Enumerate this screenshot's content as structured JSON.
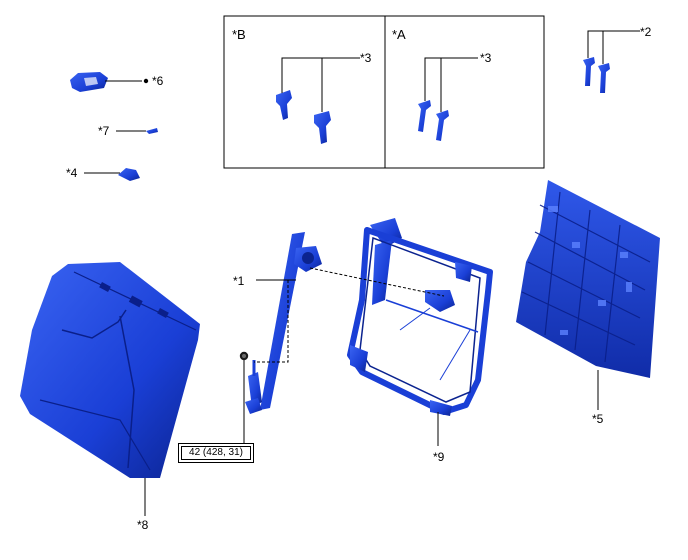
{
  "callouts": {
    "c1": "*1",
    "c2": "*2",
    "c3a": "*3",
    "c3b": "*3",
    "c4": "*4",
    "c5": "*5",
    "c6": "*6",
    "c7": "*7",
    "c8": "*8",
    "c9": "*9"
  },
  "views": {
    "b": "*B",
    "a": "*A"
  },
  "torque_spec": "42 (428, 31)",
  "colors": {
    "part_fill": "#1a3fd6",
    "part_dark": "#0a1f8a",
    "part_light": "#3f66f0",
    "line": "#000000"
  }
}
